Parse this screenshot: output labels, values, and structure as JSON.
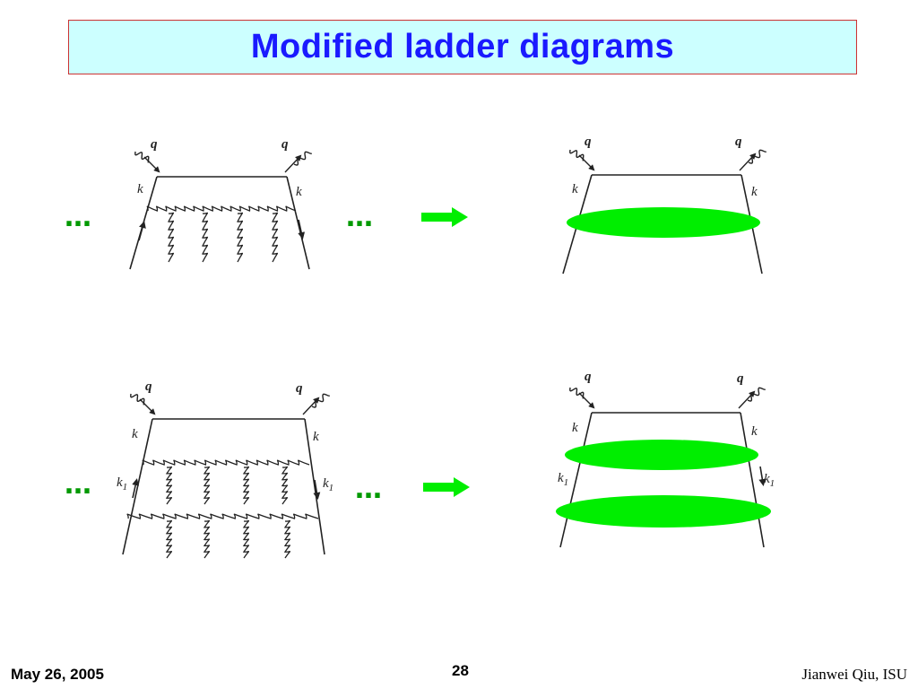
{
  "title": "Modified ladder diagrams",
  "diagram": {
    "labels": {
      "q": "q",
      "k": "k",
      "k1_main": "k",
      "k1_sub": "1",
      "ellipsis": "…"
    },
    "colors": {
      "blob": "#00ee00",
      "arrow": "#00ee00",
      "ellipsis": "#009900",
      "line": "#222222"
    }
  },
  "footer": {
    "date": "May 26, 2005",
    "page": "28",
    "author": "Jianwei Qiu, ISU"
  }
}
